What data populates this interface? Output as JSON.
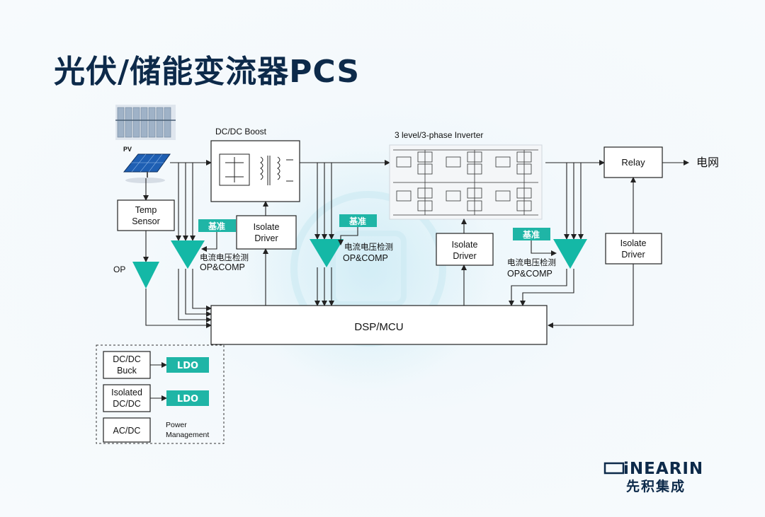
{
  "title": "光伏/储能变流器PCS",
  "blocks": {
    "pv": "PV",
    "dcdc_boost": "DC/DC Boost",
    "inverter": "3 level/3-phase Inverter",
    "relay": "Relay",
    "grid": "电网",
    "temp_sensor_1": "Temp",
    "temp_sensor_2": "Sensor",
    "op": "OP",
    "isolate_1": "Isolate",
    "driver": "Driver",
    "reference": "基准",
    "detect": "电流电压检测",
    "opcomp": "OP&COMP",
    "dsp": "DSP/MCU"
  },
  "power_management": {
    "buck_1": "DC/DC",
    "buck_2": "Buck",
    "iso_1": "Isolated",
    "iso_2": "DC/DC",
    "acdc": "AC/DC",
    "ldo": "LDO",
    "label_1": "Power",
    "label_2": "Management"
  },
  "logo": {
    "brand": "iNEARIN",
    "cn": "先积集成"
  },
  "colors": {
    "accent": "#1fb5a6",
    "title": "#0d2a4a"
  }
}
